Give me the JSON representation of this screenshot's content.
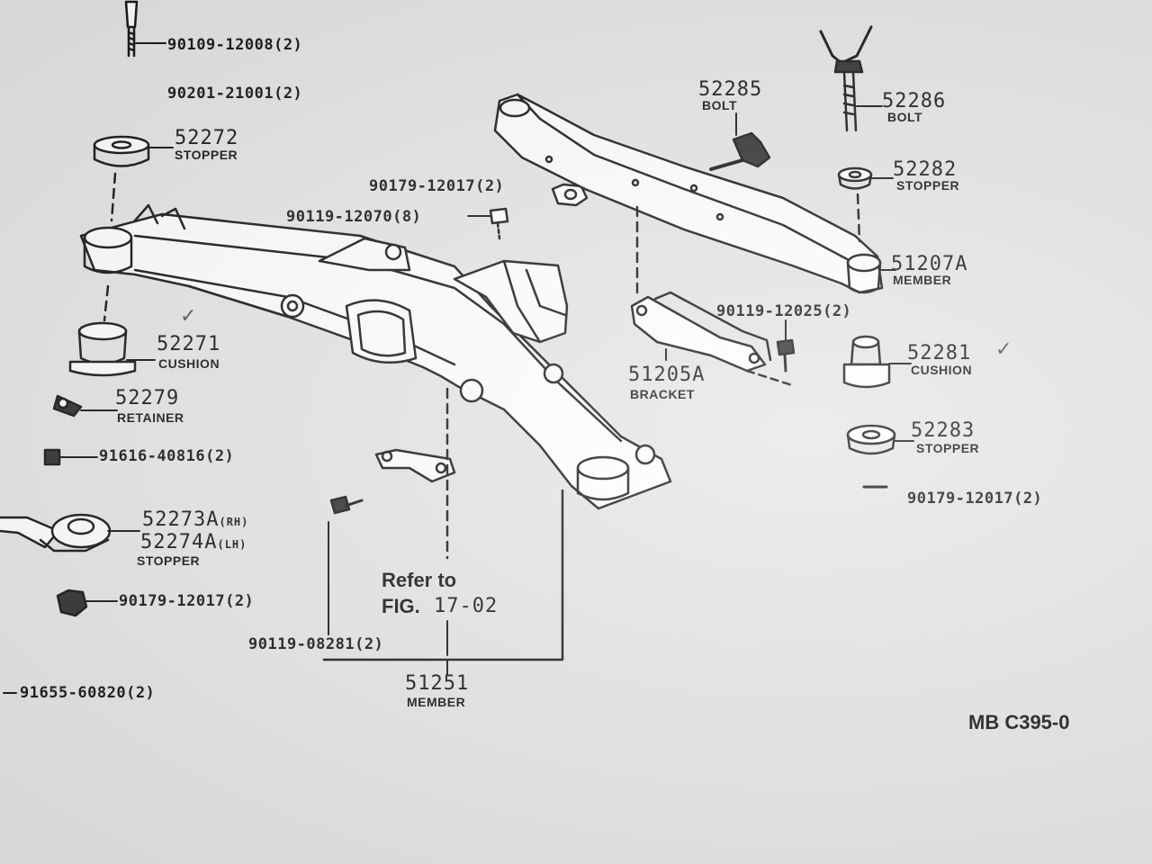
{
  "parts": {
    "p90109": "90109-12008(2)",
    "p90201": "90201-21001(2)",
    "p52272": "52272",
    "n52272": "STOPPER",
    "p90179a": "90179-12017(2)",
    "p90119_12070": "90119-12070(8)",
    "p52271": "52271",
    "n52271": "CUSHION",
    "p52279": "52279",
    "n52279": "RETAINER",
    "p91616": "91616-40816(2)",
    "p52273": "52273A",
    "s52273": "(RH)",
    "p52274": "52274A",
    "s52274": "(LH)",
    "n5227x": "STOPPER",
    "p90179b": "90179-12017(2)",
    "p91655": "91655-60820(2)",
    "p90119_08281": "90119-08281(2)",
    "refer1": "Refer to",
    "refer2a": "FIG.",
    "refer2b": "17-02",
    "p51251": "51251",
    "n51251": "MEMBER",
    "p52285": "52285",
    "n52285": "BOLT",
    "p52286": "52286",
    "n52286": "BOLT",
    "p52282": "52282",
    "n52282": "STOPPER",
    "p51207": "51207A",
    "n51207": "MEMBER",
    "p90119_12025": "90119-12025(2)",
    "p51205": "51205A",
    "n51205": "BRACKET",
    "p52281": "52281",
    "n52281": "CUSHION",
    "p52283": "52283",
    "n52283": "STOPPER",
    "p90179c": "90179-12017(2)",
    "figcode": "MB C395-0"
  },
  "checkmarks": [
    "52271",
    "52281"
  ],
  "colors": {
    "paper": "#e4e6e8",
    "ink": "#1a1a1a"
  }
}
